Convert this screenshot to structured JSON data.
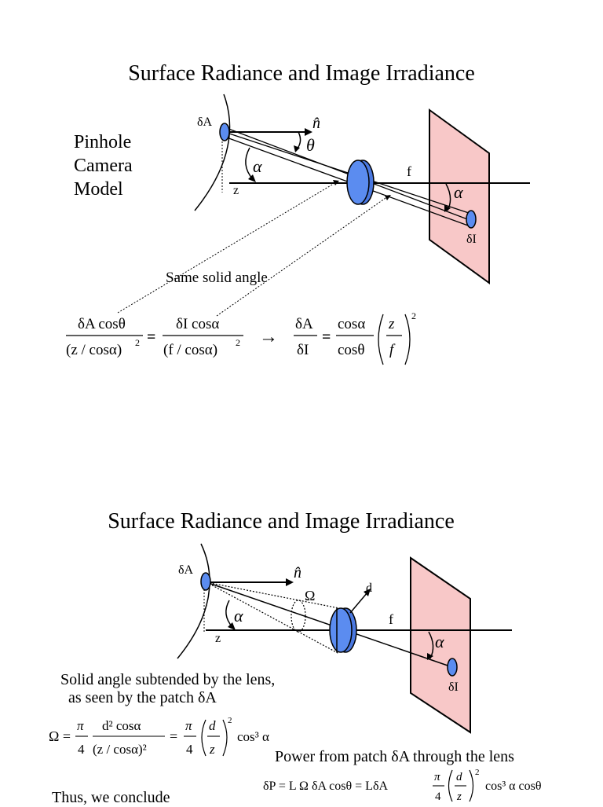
{
  "slide1": {
    "title": "Surface Radiance and Image Irradiance",
    "model_label_lines": [
      "Pinhole",
      "Camera",
      "Model"
    ],
    "labels": {
      "patch": "δA",
      "normal": "n̂",
      "theta": "θ",
      "alpha": "α",
      "z": "z",
      "f": "f",
      "alpha_image": "α",
      "image_patch": "δI"
    },
    "solid_angle_caption": "Same solid angle",
    "equation": {
      "lhs1_num": "δA cosθ",
      "lhs1_den": "(z / cosα)",
      "lhs1_den_exp": "2",
      "eq": "=",
      "lhs2_num": "δI cosα",
      "lhs2_den": "(f / cosα)",
      "lhs2_den_exp": "2",
      "arrow": "→",
      "ratio_num": "δA",
      "ratio_den": "δI",
      "eq2": "=",
      "rhs_num": "cosα",
      "rhs_den": "cosθ",
      "paren_num": "z",
      "paren_den": "f",
      "paren_exp": "2"
    }
  },
  "slide2": {
    "title": "Surface Radiance and Image Irradiance",
    "labels": {
      "patch": "δA",
      "normal": "n̂",
      "omega": "Ω",
      "d": "d",
      "alpha": "α",
      "z": "z",
      "f": "f",
      "alpha_image": "α",
      "image_patch": "δI"
    },
    "solid_angle_text": [
      "Solid angle subtended by the lens,",
      "as seen by the patch δA"
    ],
    "omega_equation": {
      "lhs": "Ω =",
      "pi": "π",
      "four": "4",
      "num": "d² cosα",
      "den": "(z / cosα)²",
      "eq": "=",
      "pi2": "π",
      "four2": "4",
      "paren_num": "d",
      "paren_den": "z",
      "paren_exp": "2",
      "tail": "cos³ α"
    },
    "power_text": "Power from patch δA through the lens",
    "power_equation": {
      "lhs": "δP = L Ω  δA  cosθ = LδA",
      "pi": "π",
      "four": "4",
      "paren_num": "d",
      "paren_den": "z",
      "paren_exp": "2",
      "tail": "cos³ α cosθ"
    },
    "conclusion": "Thus, we conclude"
  },
  "colors": {
    "lens": "#5b8cf0",
    "lens_dark": "#2a4fb0",
    "image_plane": "#f8c8c8",
    "line": "#000000"
  }
}
